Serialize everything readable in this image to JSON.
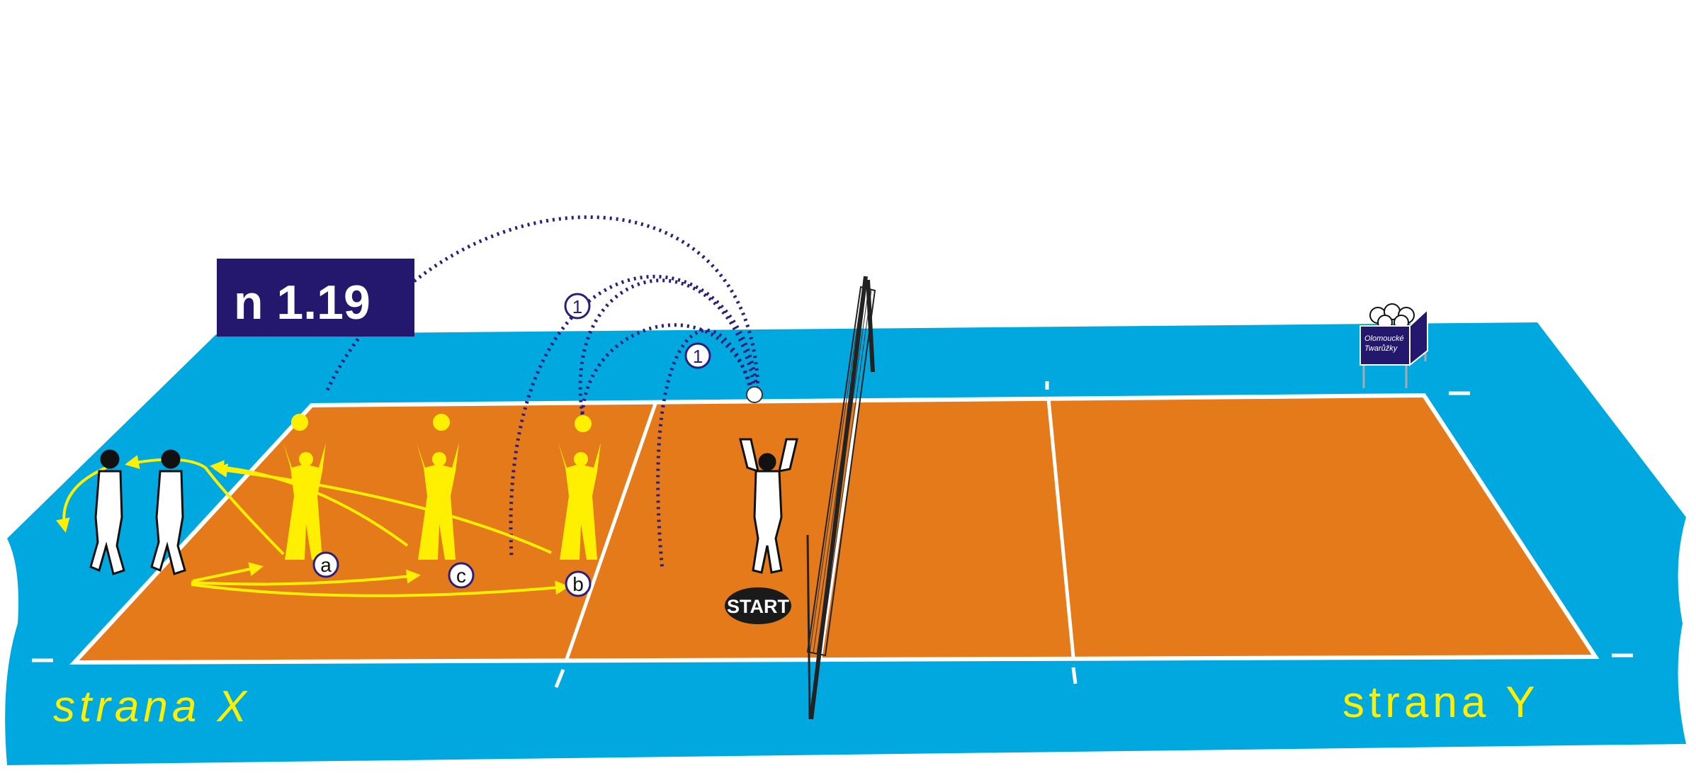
{
  "title": "n 1.19",
  "side_left": "strana X",
  "side_right": "strana Y",
  "start_label": "START",
  "markers": {
    "a": "a",
    "b": "b",
    "c": "c",
    "one": "1"
  },
  "basket_text": [
    "Olomoucké",
    "Twarůžky"
  ],
  "colors": {
    "floor": "#00a8e0",
    "court": "#e57a1a",
    "label_bg": "#24186e",
    "yellow": "#ffef00",
    "trajectory": "#2a1f7a"
  }
}
